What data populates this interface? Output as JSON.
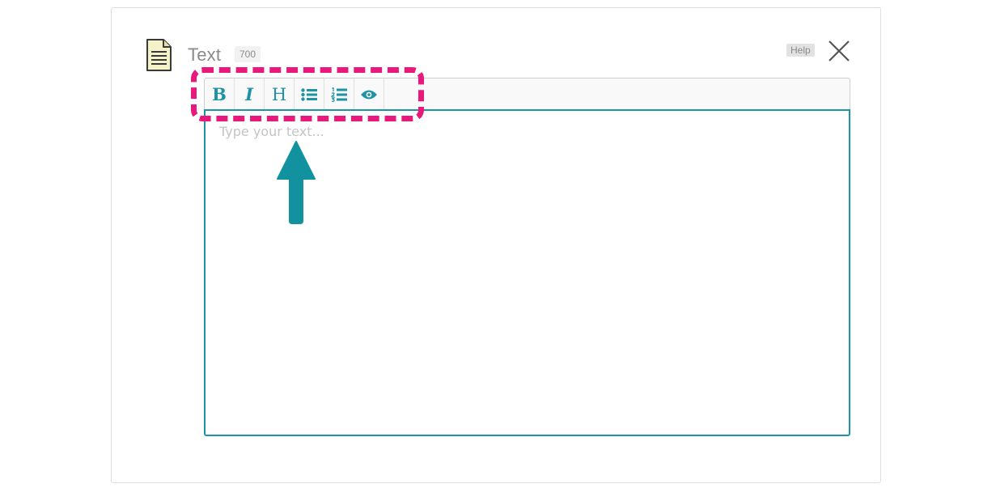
{
  "header": {
    "title": "Text",
    "char_limit": "700",
    "help_label": "Help",
    "doc_icon": "document-icon",
    "close_icon": "close-icon"
  },
  "toolbar": {
    "buttons": [
      {
        "name": "bold",
        "label": "B"
      },
      {
        "name": "italic",
        "label": "I"
      },
      {
        "name": "heading",
        "label": "H"
      },
      {
        "name": "bullet-list",
        "label": ""
      },
      {
        "name": "numbered-list",
        "label": ""
      },
      {
        "name": "preview",
        "label": ""
      }
    ]
  },
  "editor": {
    "placeholder": "Type your text...",
    "value": ""
  },
  "colors": {
    "accent": "#1d93a5",
    "highlight": "#e8197a",
    "icon_fill": "#f5f1c8"
  }
}
